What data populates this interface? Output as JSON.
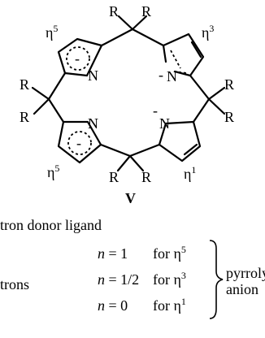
{
  "figure": {
    "substituent": "R",
    "nitrogen": "N",
    "charge": "-",
    "eta": "η",
    "hapticity": {
      "top_left": "5",
      "top_right": "3",
      "bottom_left": "5",
      "bottom_right": "1"
    },
    "compound_label": "V"
  },
  "caption": {
    "line1": "tron donor ligand",
    "line2_left": "trons",
    "var": "n",
    "rows": [
      {
        "expr": " = 1",
        "for": "for η",
        "sup": "5"
      },
      {
        "expr": " = 1/2",
        "for": "for η",
        "sup": "3"
      },
      {
        "expr": " = 0",
        "for": "for η",
        "sup": "1"
      }
    ],
    "group_line1": "pyrrolyl",
    "group_line2": "anion"
  }
}
